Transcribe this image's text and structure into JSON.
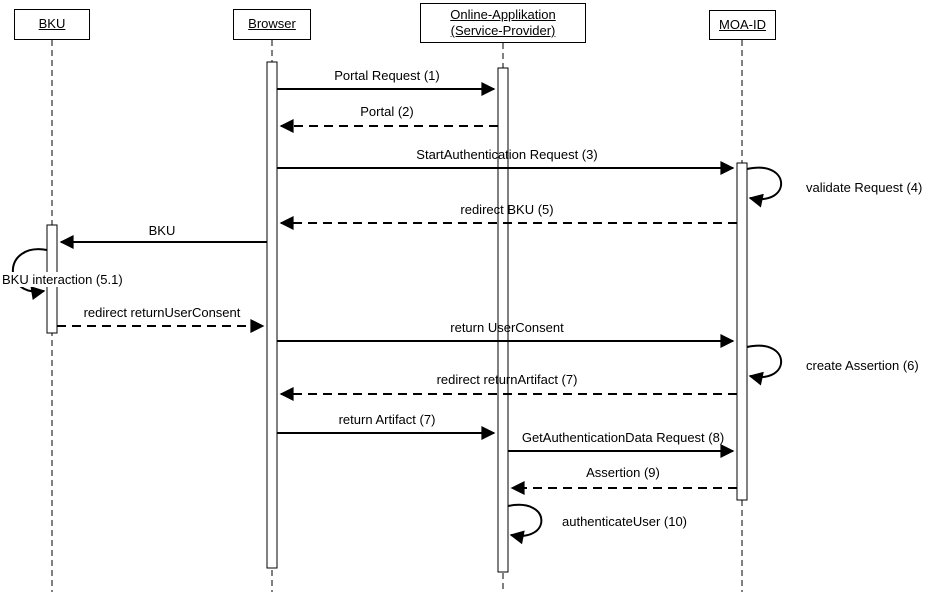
{
  "diagram": {
    "type": "uml-sequence-diagram",
    "colors": {
      "line": "#000000",
      "background": "#ffffff"
    },
    "actors": [
      {
        "label": "BKU"
      },
      {
        "label": "Browser"
      },
      {
        "label": "Online-Applikation (Service-Provider)"
      },
      {
        "label": "MOA-ID"
      }
    ],
    "messages": [
      {
        "label": "Portal Request (1)",
        "type": "solid",
        "from": "Browser",
        "to": "Online-Applikation (Service-Provider)"
      },
      {
        "label": "Portal (2)",
        "type": "dashed",
        "from": "Online-Applikation (Service-Provider)",
        "to": "Browser"
      },
      {
        "label": "StartAuthentication Request (3)",
        "type": "solid",
        "from": "Browser",
        "to": "MOA-ID"
      },
      {
        "label": "validate Request (4)",
        "type": "self",
        "actor": "MOA-ID"
      },
      {
        "label": "redirect BKU (5)",
        "type": "dashed",
        "from": "MOA-ID",
        "to": "Browser"
      },
      {
        "label": "BKU",
        "type": "solid",
        "from": "Browser",
        "to": "BKU"
      },
      {
        "label": "BKU interaction (5.1)",
        "type": "self",
        "actor": "BKU"
      },
      {
        "label": "redirect returnUserConsent",
        "type": "dashed",
        "from": "BKU",
        "to": "Browser"
      },
      {
        "label": "return UserConsent",
        "type": "solid",
        "from": "Browser",
        "to": "MOA-ID"
      },
      {
        "label": "create Assertion (6)",
        "type": "self",
        "actor": "MOA-ID"
      },
      {
        "label": "redirect returnArtifact (7)",
        "type": "dashed",
        "from": "MOA-ID",
        "to": "Browser"
      },
      {
        "label": "return Artifact (7)",
        "type": "solid",
        "from": "Browser",
        "to": "Online-Applikation (Service-Provider)"
      },
      {
        "label": "GetAuthenticationData Request (8)",
        "type": "solid",
        "from": "Online-Applikation (Service-Provider)",
        "to": "MOA-ID"
      },
      {
        "label": "Assertion (9)",
        "type": "dashed",
        "from": "MOA-ID",
        "to": "Online-Applikation (Service-Provider)"
      },
      {
        "label": "authenticateUser (10)",
        "type": "self",
        "actor": "Online-Applikation (Service-Provider)"
      }
    ]
  }
}
